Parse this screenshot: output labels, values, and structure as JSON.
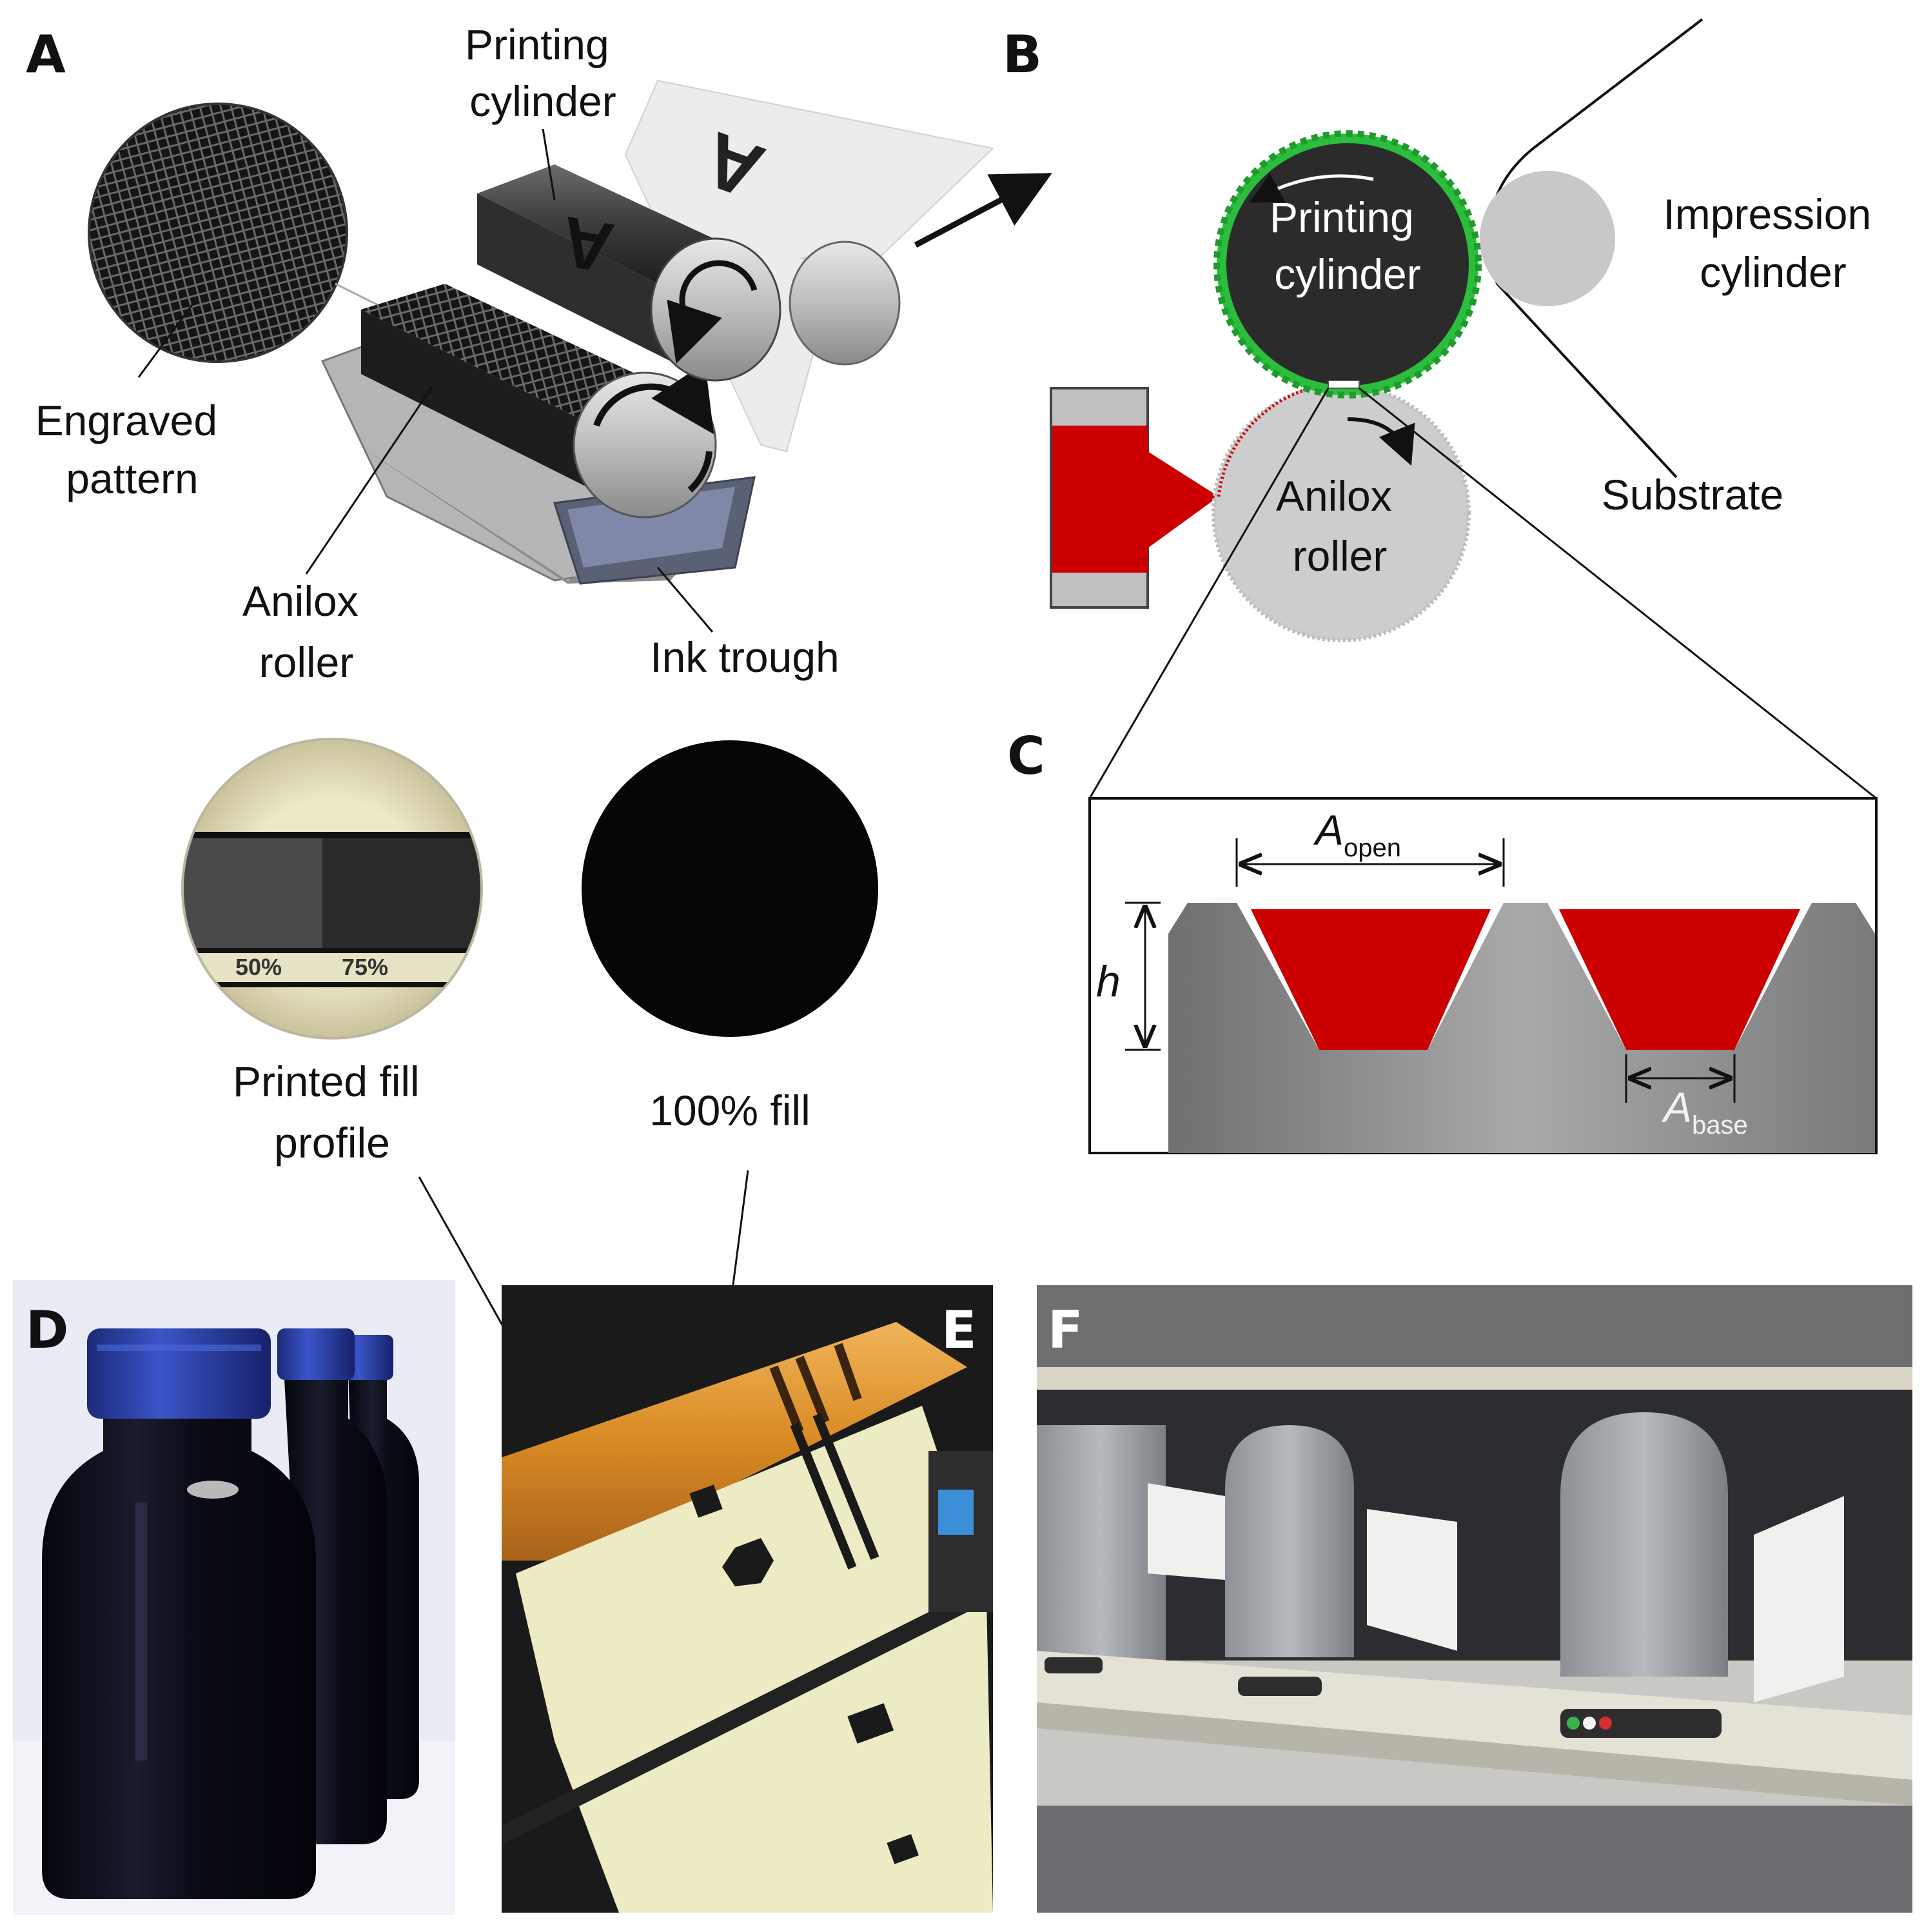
{
  "panels": {
    "a": "A",
    "b": "B",
    "c": "C",
    "d": "D",
    "e": "E",
    "f": "F"
  },
  "panel_a": {
    "printing_cylinder": [
      "Printing",
      "cylinder"
    ],
    "engraved_pattern": [
      "Engraved",
      "pattern"
    ],
    "anilox_roller": [
      "Anilox",
      "roller"
    ],
    "ink_trough": "Ink trough",
    "letter_on_cylinder": "A",
    "letter_on_substrate": "A"
  },
  "panel_b": {
    "printing_cylinder": [
      "Printing",
      "cylinder"
    ],
    "impression_cylinder": [
      "Impression",
      "cylinder"
    ],
    "anilox_roller": [
      "Anilox",
      "roller"
    ],
    "substrate": "Substrate"
  },
  "panel_c": {
    "a_open": "A",
    "a_open_sub": "open",
    "a_base": "A",
    "a_base_sub": "base",
    "h": "h"
  },
  "fill_examples": {
    "printed_fill_profile": [
      "Printed fill",
      "profile"
    ],
    "full_fill": "100% fill",
    "strip_50": "50%",
    "strip_75": "75%"
  },
  "colors": {
    "ink_red": "#cc0000",
    "green_plate": "#2bbd3c",
    "cylinder_dark": "#2b2b2b",
    "roller_grey": "#c8c8c8",
    "cap_blue": "#2a3fa0"
  }
}
